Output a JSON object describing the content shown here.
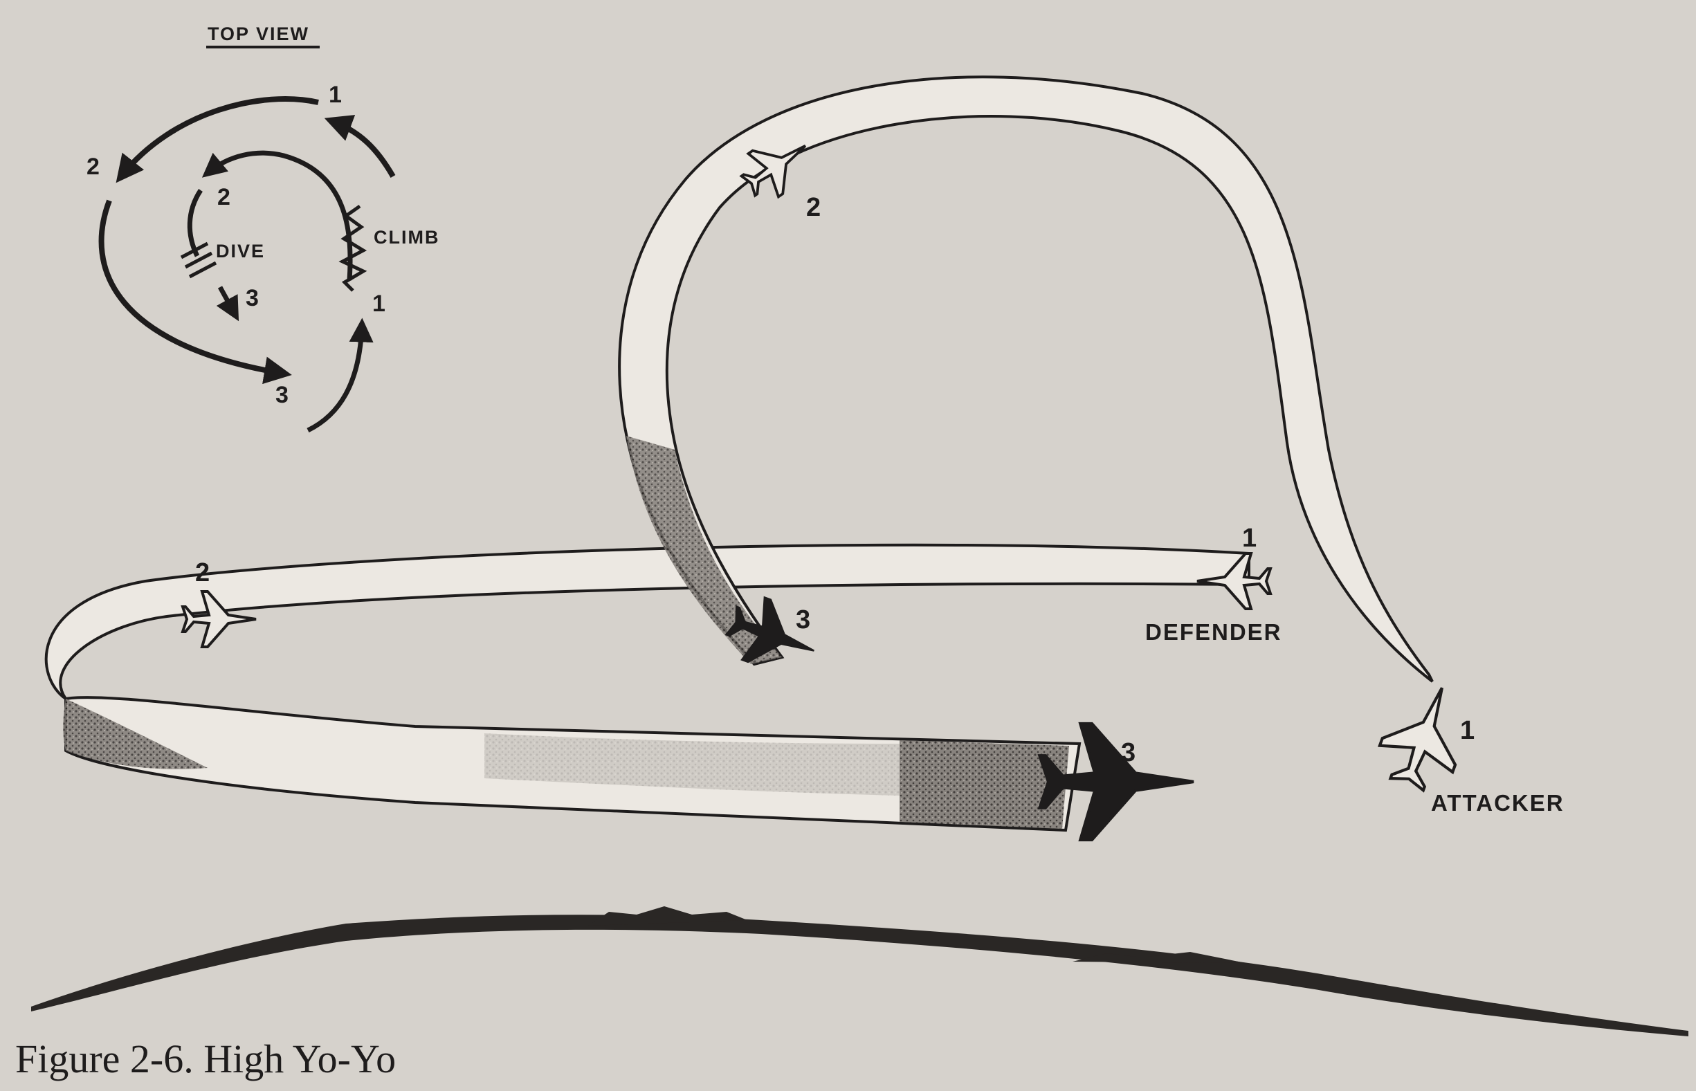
{
  "figure": {
    "caption": "Figure 2-6. High Yo-Yo"
  },
  "top_view": {
    "title": "TOP VIEW",
    "attacker_points": [
      "1",
      "2",
      "3"
    ],
    "defender_points": [
      "1",
      "2",
      "3"
    ],
    "climb_label": "CLIMB",
    "dive_label": "DIVE"
  },
  "main_view": {
    "defender_label": "DEFENDER",
    "attacker_label": "ATTACKER",
    "defender_points": [
      "1",
      "2",
      "3"
    ],
    "attacker_points": [
      "1",
      "2",
      "3"
    ]
  },
  "colors": {
    "paper": "#d9d5cf",
    "ink": "#1e1c1c",
    "bleed_through_text": "#bdb8b2"
  },
  "icons": [
    "jet-aircraft-icon",
    "arrowhead-icon",
    "zigzag-climb-icon",
    "dive-hatch-icon",
    "terrain-horizon-icon"
  ]
}
